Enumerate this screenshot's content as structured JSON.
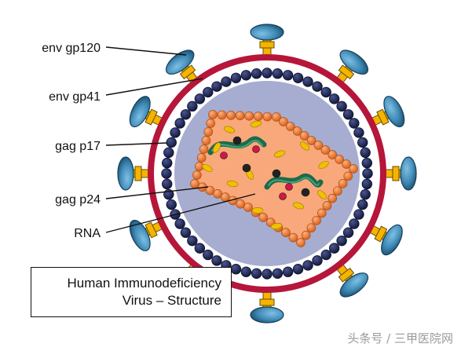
{
  "labels": {
    "env_gp120": "env gp120",
    "env_gp41": "env gp41",
    "gag_p17": "gag p17",
    "gag_p24": "gag p24",
    "rna": "RNA"
  },
  "title": {
    "line1": "Human Immunodeficiency",
    "line2": "Virus – Structure"
  },
  "watermark": "头条号 / 三甲医院网",
  "colors": {
    "envelope": "#b5163a",
    "matrix_bead": "#1e2756",
    "interior": "#a7add0",
    "capsid_bead": "#ee7d3a",
    "capsid_fill": "#f8a87a",
    "gp120_cap": "#3f8ab5",
    "gp41_stalk": "#f4b400",
    "rna": "#1d6a4b",
    "enzyme_dark": "#222222",
    "enzyme_red": "#d01848",
    "capsule_yellow": "#f1c000"
  }
}
